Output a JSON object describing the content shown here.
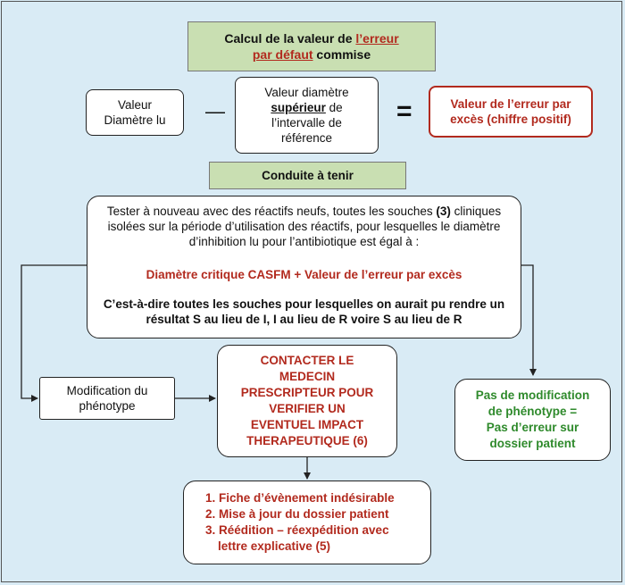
{
  "title_box": {
    "prefix": "Calcul de la valeur de ",
    "highlight_line1": "l’erreur",
    "highlight_line2": "par défaut",
    "suffix": " commise"
  },
  "valeur_lu": {
    "line1": "Valeur",
    "line2": "Diamètre lu"
  },
  "minus_sign": "—",
  "valeur_sup": {
    "line1": "Valeur diamètre",
    "bold_word": "supérieur",
    "after_bold": " de",
    "line3": "l’intervalle de",
    "line4": "référence"
  },
  "equals_sign": "=",
  "result_box": {
    "line1": "Valeur de l’erreur par",
    "line2": "excès (chiffre positif)"
  },
  "conduite": "Conduite à tenir",
  "test_box": {
    "intro_before": "Tester à nouveau avec des réactifs neufs, toutes les souches ",
    "intro_ref": "(3)",
    "intro_after": " cliniques isolées sur la période d’utilisation des réactifs, pour lesquelles le diamètre d’inhibition lu pour l’antibiotique est égal à :",
    "formula": "Diamètre critique CASFM + Valeur de l’erreur par excès",
    "conclusion": "C’est-à-dire toutes les souches pour lesquelles on aurait pu rendre un résultat S au lieu de I, I au lieu de R voire S au lieu de R"
  },
  "modification": {
    "line1": "Modification du",
    "line2": "phénotype"
  },
  "contact": {
    "lines": [
      "CONTACTER LE",
      "MEDECIN",
      "PRESCRIPTEUR POUR",
      "VERIFIER UN",
      "EVENTUEL IMPACT",
      "THERAPEUTIQUE (6)"
    ]
  },
  "no_modif": {
    "lines": [
      "Pas de modification",
      "de phénotype =",
      "Pas d’erreur sur",
      "dossier patient"
    ]
  },
  "actions": {
    "items": [
      "1. Fiche d’évènement indésirable",
      "2. Mise à jour du dossier patient",
      "3. Réédition – réexpédition avec",
      "lettre explicative (5)"
    ]
  },
  "colors": {
    "background": "#d9ebf5",
    "green_box": "#c9dfb2",
    "red_text": "#b22a1e",
    "green_text": "#2f8a2c"
  }
}
